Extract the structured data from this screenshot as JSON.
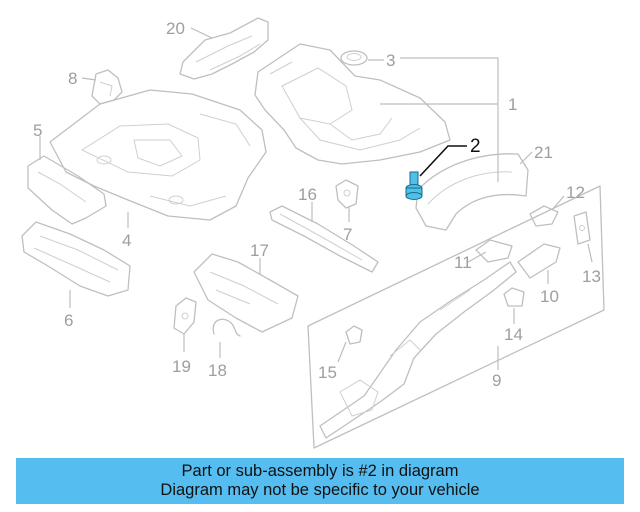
{
  "diagram": {
    "callouts": [
      "1",
      "2",
      "3",
      "4",
      "5",
      "6",
      "7",
      "8",
      "9",
      "10",
      "11",
      "12",
      "13",
      "14",
      "15",
      "16",
      "17",
      "18",
      "19",
      "20",
      "21"
    ],
    "highlighted_part": "2",
    "highlight_color": "#4fc0e8",
    "line_color": "#bfbfbf",
    "label_color": "#9e9e9e"
  },
  "caption": {
    "line1": "Part or sub-assembly is #2 in diagram",
    "line2": "Diagram may not be specific to your vehicle",
    "background": "#55bdf0"
  }
}
